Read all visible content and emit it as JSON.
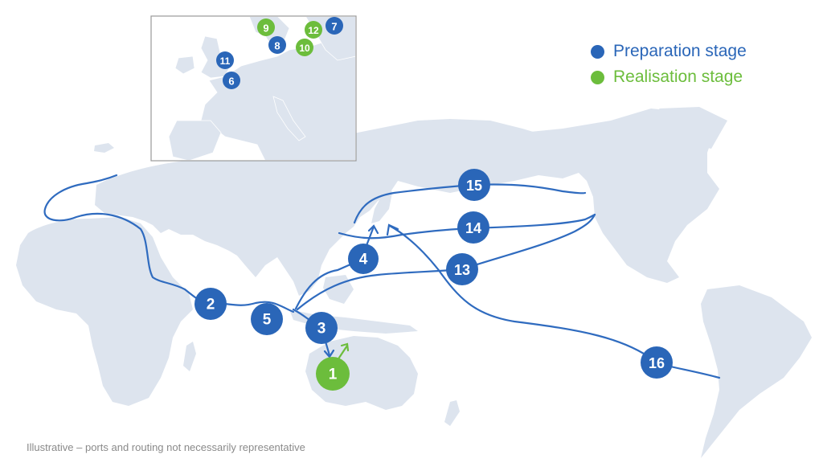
{
  "legend": {
    "items": [
      {
        "label": "Preparation stage",
        "color": "#2a66b8"
      },
      {
        "label": "Realisation stage",
        "color": "#6cbd3c"
      }
    ]
  },
  "caption": "Illustrative – ports and routing not necessarily representative",
  "colors": {
    "preparation": "#2a66b8",
    "realisation": "#6cbd3c",
    "land": "#dde4ee",
    "route": "#2f6bbf"
  },
  "markers": {
    "m1": {
      "label": "1",
      "stage": "realisation"
    },
    "m2": {
      "label": "2",
      "stage": "preparation"
    },
    "m3": {
      "label": "3",
      "stage": "preparation"
    },
    "m4": {
      "label": "4",
      "stage": "preparation"
    },
    "m5": {
      "label": "5",
      "stage": "preparation"
    },
    "m6": {
      "label": "6",
      "stage": "preparation"
    },
    "m7": {
      "label": "7",
      "stage": "preparation"
    },
    "m8": {
      "label": "8",
      "stage": "preparation"
    },
    "m9": {
      "label": "9",
      "stage": "realisation"
    },
    "m10": {
      "label": "10",
      "stage": "realisation"
    },
    "m11": {
      "label": "11",
      "stage": "preparation"
    },
    "m12": {
      "label": "12",
      "stage": "realisation"
    },
    "m13": {
      "label": "13",
      "stage": "preparation"
    },
    "m14": {
      "label": "14",
      "stage": "preparation"
    },
    "m15": {
      "label": "15",
      "stage": "preparation"
    },
    "m16": {
      "label": "16",
      "stage": "preparation"
    }
  }
}
